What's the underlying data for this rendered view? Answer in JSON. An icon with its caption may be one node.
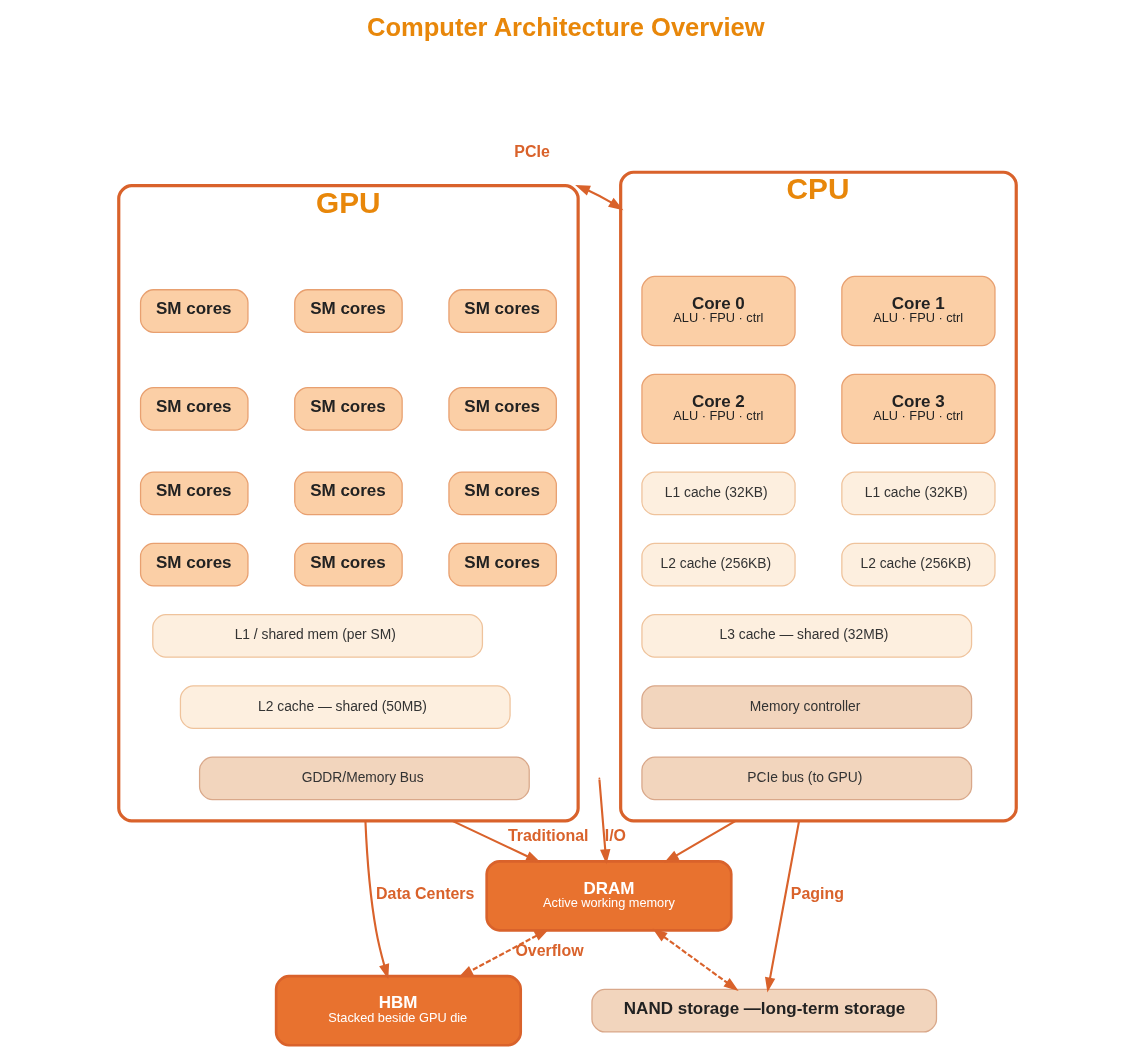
{
  "diagram": {
    "title": "Computer Architecture Overview",
    "nodes": [
      {
        "text": [
          "CPU"
        ]
      },
      {
        "text": [
          "Core 0",
          "ALU · FPU · ctrl"
        ],
        "in": 0
      },
      {
        "text": [
          "Core 1",
          "ALU · FPU · ctrl"
        ],
        "in": 0
      },
      {
        "text": [
          "Core 2",
          "ALU · FPU · ctrl"
        ],
        "in": 0
      },
      {
        "text": [
          "Core 3",
          "ALU · FPU · ctrl"
        ],
        "in": 0
      },
      {
        "text": [
          "L1 cache (32KB)"
        ],
        "in": 0
      },
      {
        "text": [
          "L1 cache (32KB)"
        ],
        "in": 0
      },
      {
        "text": [
          "L2 cache (256KB)"
        ],
        "in": 0
      },
      {
        "text": [
          "L2 cache (256KB)"
        ],
        "in": 0
      },
      {
        "text": [
          "L3 cache — shared (32MB)"
        ],
        "in": 0
      },
      {
        "text": [
          "Memory controller"
        ],
        "in": 0
      },
      {
        "text": [
          "PCIe bus (to GPU)"
        ],
        "in": 0
      },
      {
        "text": [
          "GPU"
        ]
      },
      {
        "text": [
          "SM cores"
        ],
        "in": 12
      },
      {
        "text": [
          "SM cores"
        ],
        "in": 12
      },
      {
        "text": [
          "SM cores"
        ],
        "in": 12
      },
      {
        "text": [
          "SM cores"
        ],
        "in": 12
      },
      {
        "text": [
          "SM cores"
        ],
        "in": 12
      },
      {
        "text": [
          "SM cores"
        ],
        "in": 12
      },
      {
        "text": [
          "SM cores"
        ],
        "in": 12
      },
      {
        "text": [
          "SM cores"
        ],
        "in": 12
      },
      {
        "text": [
          "SM cores"
        ],
        "in": 12
      },
      {
        "text": [
          "SM cores"
        ],
        "in": 12
      },
      {
        "text": [
          "SM cores"
        ],
        "in": 12
      },
      {
        "text": [
          "SM cores"
        ],
        "in": 12
      },
      {
        "text": [
          "L1 / shared mem (per SM)"
        ],
        "in": 12
      },
      {
        "text": [
          "L2 cache — shared (50MB)"
        ],
        "in": 12
      },
      {
        "text": [
          "GDDR/Memory Bus"
        ],
        "in": 12
      },
      {
        "text": [
          "DRAM",
          "Active working memory"
        ]
      },
      {
        "text": [
          "HBM",
          "Stacked beside GPU die"
        ]
      },
      {
        "text": [
          "NAND storage —long-term storage"
        ]
      }
    ],
    "edges": [
      {
        "from": 0,
        "to": 12,
        "arrow": "both",
        "label": "PCIe"
      },
      {
        "from": 0,
        "to": 28,
        "arrow": "to"
      },
      {
        "from": null,
        "to": 28,
        "arrow": "to",
        "label": "I/O"
      },
      {
        "from": 12,
        "to": 28,
        "arrow": "to",
        "label": "Traditional"
      },
      {
        "from": 12,
        "to": 29,
        "arrow": "to",
        "label": "Data Centers"
      },
      {
        "from": 28,
        "to": 29,
        "arrow": "both",
        "style": "dashed",
        "label": "Overflow"
      },
      {
        "from": 28,
        "to": 30,
        "arrow": "both",
        "style": "dashed"
      },
      {
        "from": 0,
        "to": 30,
        "arrow": "to",
        "label": "Paging"
      }
    ]
  }
}
